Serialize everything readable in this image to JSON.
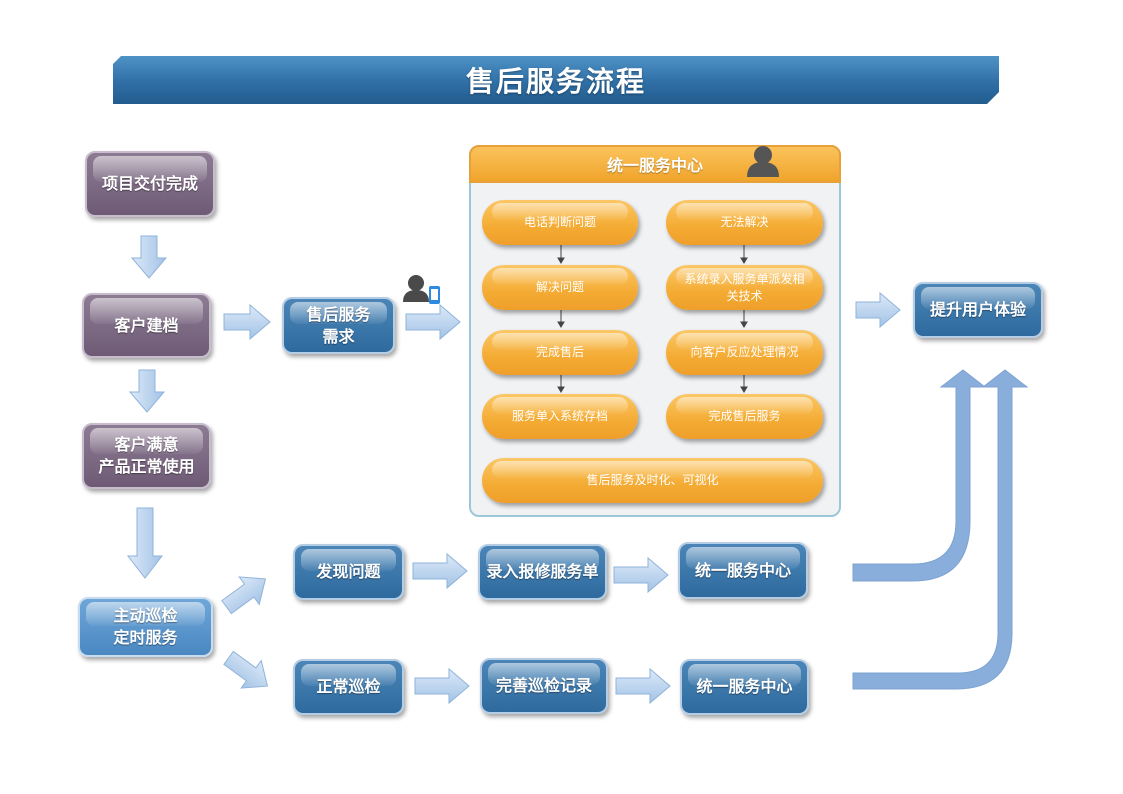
{
  "title": "售后服务流程",
  "left_column": {
    "project_delivered": "项目交付完成",
    "customer_file": "客户建档",
    "customer_satisfied": "客户满意\n产品正常使用",
    "active_inspection": "主动巡检\n定时服务"
  },
  "after_sales_demand": "售后服务\n需求",
  "service_center": {
    "title": "统一服务中心",
    "left_steps": [
      "电话判断问题",
      "解决问题",
      "完成售后",
      "服务单入系统存档"
    ],
    "right_steps": [
      "无法解决",
      "系统录入服务单派发相\n关技术",
      "向客户反应处理情况",
      "完成售后服务"
    ],
    "bottom_step": "售后服务及时化、可视化"
  },
  "improve_experience": "提升用户体验",
  "row_problem": {
    "find_problem": "发现问题",
    "record_repair": "录入报修服务单",
    "service_center": "统一服务中心"
  },
  "row_inspection": {
    "normal_inspection": "正常巡检",
    "complete_record": "完善巡检记录",
    "service_center": "统一服务中心"
  },
  "colors": {
    "banner": "#2f6fa6",
    "purple_box": "#7a6782",
    "blue_box": "#3a77ab",
    "orange_pill": "#f4ab33",
    "arrow": "#a9c8ea",
    "big_arrow": "#7fa6d4"
  },
  "icons": [
    "user-icon",
    "user-phone-icon",
    "arrow-right-icon",
    "arrow-down-icon",
    "arrow-up-icon"
  ]
}
